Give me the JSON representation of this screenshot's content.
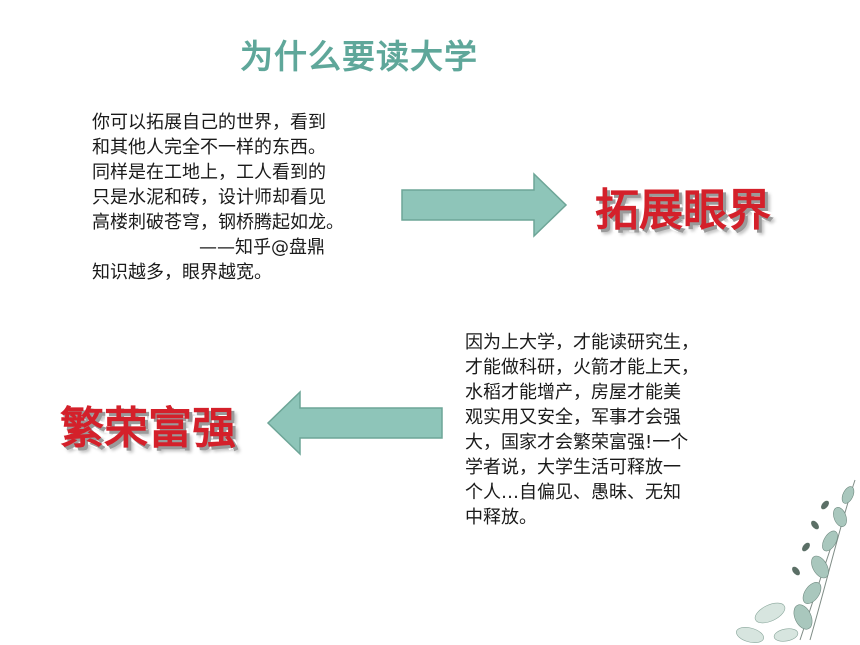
{
  "title": "为什么要读大学",
  "section1": {
    "lines": [
      "你可以拓展自己的世界，看到",
      "和其他人完全不一样的东西。",
      "同样是在工地上，工人看到的",
      "只是水泥和砖，设计师却看见",
      "高楼刺破苍穹，钢桥腾起如龙。",
      "——知乎@盘鼎",
      "知识越多，眼界越宽。"
    ],
    "keyword": "拓展眼界"
  },
  "section2": {
    "lines": [
      "因为上大学，才能读研究生，",
      "才能做科研，火箭才能上天，",
      "水稻才能增产，房屋才能美",
      "观实用又安全，军事才会强",
      "大，国家才会繁荣富强!一个",
      "学者说，大学生活可释放一",
      "个人…自偏见、愚昧、无知",
      "中释放。"
    ],
    "keyword": "繁荣富强"
  },
  "colors": {
    "title": "#5fa79a",
    "arrow_fill": "#8ec5b9",
    "arrow_stroke": "#6da597",
    "keyword": "#d4202a"
  }
}
